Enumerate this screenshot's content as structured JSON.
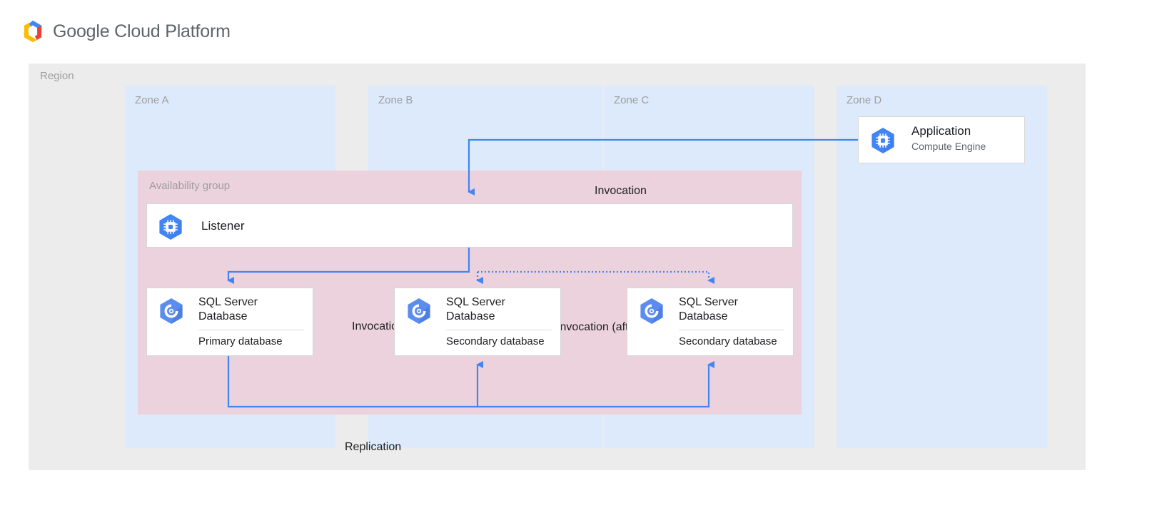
{
  "header": {
    "brand": "Google Cloud Platform",
    "logo_icon": "google-cloud-platform-logo"
  },
  "region": {
    "label": "Region"
  },
  "zones": [
    {
      "id": "zone-a",
      "label": "Zone A"
    },
    {
      "id": "zone-b",
      "label": "Zone B"
    },
    {
      "id": "zone-c",
      "label": "Zone C"
    },
    {
      "id": "zone-d",
      "label": "Zone D"
    }
  ],
  "availability_group": {
    "label": "Availability group"
  },
  "application": {
    "title": "Application",
    "subtitle": "Compute Engine",
    "icon": "compute-engine-icon"
  },
  "listener": {
    "title": "Listener",
    "icon": "compute-engine-icon"
  },
  "databases": [
    {
      "id": "db-a",
      "title": "SQL Server Database",
      "role": "Primary database",
      "icon": "sql-server-database-icon"
    },
    {
      "id": "db-b",
      "title": "SQL Server Database",
      "role": "Secondary database",
      "icon": "sql-server-database-icon"
    },
    {
      "id": "db-c",
      "title": "SQL Server Database",
      "role": "Secondary database",
      "icon": "sql-server-database-icon"
    }
  ],
  "connectors": [
    {
      "id": "invocation-top",
      "label": "Invocation",
      "style": "solid"
    },
    {
      "id": "invocation-left",
      "label": "Invocation",
      "style": "solid"
    },
    {
      "id": "invocation-failover",
      "label": "Invocation (after failover)",
      "style": "dotted"
    },
    {
      "id": "replication",
      "label": "Replication",
      "style": "solid"
    }
  ],
  "colors": {
    "accent_blue": "#4285f4",
    "zone_panel": "#ddeafb",
    "region_panel": "#ececec",
    "availability_group": "#ecd2dc",
    "card": "#ffffff",
    "label_gray": "#9e9e9e",
    "text": "#202124"
  }
}
